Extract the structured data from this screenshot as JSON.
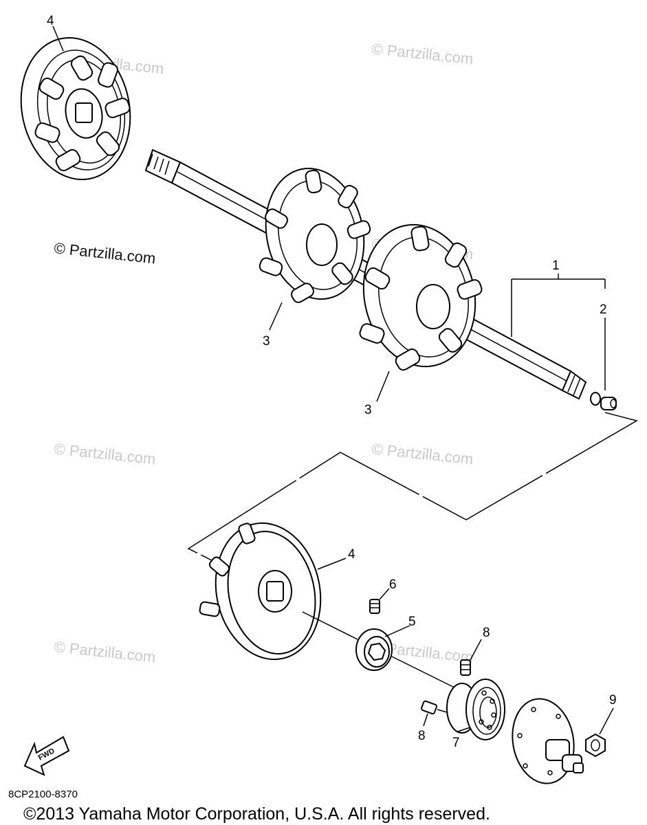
{
  "watermarks": {
    "w1": "© Partzilla.com",
    "w2": "© Partzilla.com",
    "w3": "© Partzilla.com",
    "w4": "© Partzilla.com",
    "w5": "© Partzilla.com",
    "w6": "© Partzilla.com",
    "w7": "© Partzilla.com",
    "w8": "© Partzilla.com"
  },
  "callouts": {
    "c4_top": "4",
    "c1": "1",
    "c2": "2",
    "c3_left": "3",
    "c3_right": "3",
    "c4_bottom": "4",
    "c6": "6",
    "c5": "5",
    "c8_top": "8",
    "c8_bottom": "8",
    "c7": "7",
    "c9": "9"
  },
  "fwd_label": "FWD",
  "diagram_code": "8CP2100-8370",
  "copyright": "©2013 Yamaha Motor Corporation, U.S.A. All rights reserved."
}
